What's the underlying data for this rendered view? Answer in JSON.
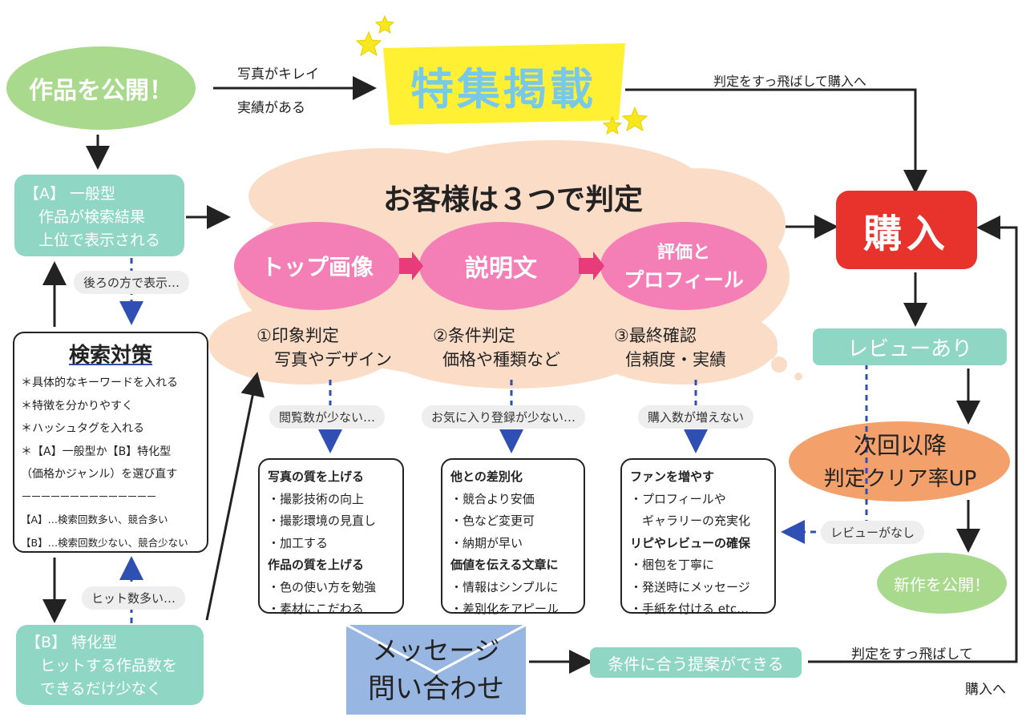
{
  "colors": {
    "teal": "#8fd6c4",
    "green_oval": "#a8d98c",
    "pink": "#f47fb6",
    "cloud": "#fbdcc6",
    "red": "#e8322c",
    "yellow": "#fff033",
    "orange": "#f4a06a",
    "envelope": "#98b6e2",
    "blue_dashed": "#2f4fb3"
  },
  "start": {
    "label": "作品を公開！"
  },
  "feature": {
    "label": "特集掲載",
    "cond1": "写真がキレイ",
    "cond2": "実績がある",
    "skip": "判定をすっ飛ばして購入へ"
  },
  "typeA": {
    "line1": "【A】 一般型",
    "line2": "作品が検索結果",
    "line3": "上位で表示される"
  },
  "shown_below": "後ろの方で表示…",
  "search_card": {
    "title": "検索対策",
    "items": [
      "＊具体的なキーワードを入れる",
      "＊特徴を分かりやすく",
      "＊ハッシュタグを入れる",
      "＊【A】一般型か【B】特化型",
      "（価格かジャンル）を選び直す"
    ],
    "sep": "－－－－－－－－－－－－－－",
    "note_a": "【A】…検索回数多い、競合多い",
    "note_b": "【B】…検索回数少ない、競合少ない"
  },
  "many_hits": "ヒット数多い…",
  "typeB": {
    "line1": "【B】 特化型",
    "line2": "ヒットする作品数を",
    "line3": "できるだけ少なく"
  },
  "cloud": {
    "title": "お客様は３つで判定",
    "blob1": "トップ画像",
    "blob2": "説明文",
    "blob3_l1": "評価と",
    "blob3_l2": "プロフィール",
    "j1_l1": "①印象判定",
    "j1_l2": "写真やデザイン",
    "j2_l1": "②条件判定",
    "j2_l2": "価格や種類など",
    "j3_l1": "③最終確認",
    "j3_l2": "信頼度・実績"
  },
  "pills": {
    "p1": "閲覧数が少ない…",
    "p2": "お気に入り登録が少ない…",
    "p3": "購入数が増えない"
  },
  "card1": {
    "h1": "写真の質を上げる",
    "items1": [
      "・撮影技術の向上",
      "・撮影環境の見直し",
      "・加工する"
    ],
    "h2": "作品の質を上げる",
    "items2": [
      "・色の使い方を勉強",
      "・素材にこだわる"
    ]
  },
  "card2": {
    "h1": "他との差別化",
    "items1": [
      "・競合より安価",
      "・色など変更可",
      "・納期が早い"
    ],
    "h2": "価値を伝える文章に",
    "items2": [
      "・情報はシンプルに",
      "・差別化をアピール"
    ]
  },
  "card3": {
    "h1": "ファンを増やす",
    "items1": [
      "・プロフィールや",
      "　ギャラリーの充実化"
    ],
    "h2": "リピやレビューの確保",
    "items2": [
      "・梱包を丁寧に",
      "・発送時にメッセージ",
      "・手紙を付ける etc…"
    ]
  },
  "purchase": {
    "label": "購入"
  },
  "review": {
    "label": "レビューあり"
  },
  "next": {
    "l1": "次回以降",
    "l2": "判定クリア率UP"
  },
  "no_review": "レビューがなし",
  "new_work": {
    "label": "新作を公開！"
  },
  "message": {
    "l1": "メッセージ",
    "l2": "問い合わせ"
  },
  "proposal": {
    "label": "条件に合う提案ができる"
  },
  "skip2": {
    "l1": "判定をすっ飛ばして",
    "l2": "購入へ"
  }
}
